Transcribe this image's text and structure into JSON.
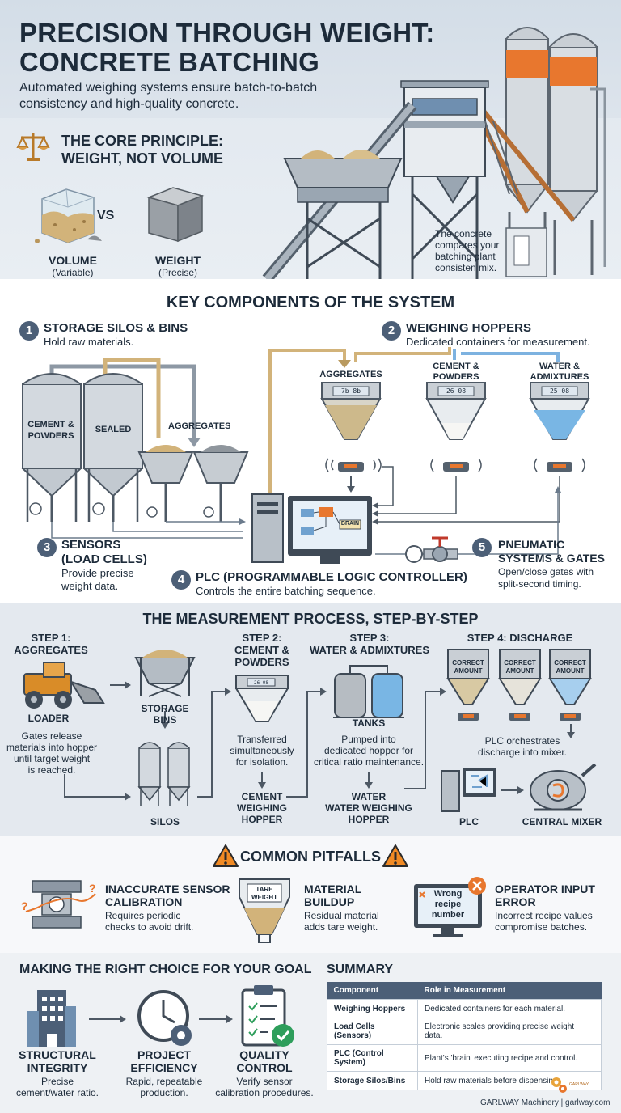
{
  "hero": {
    "title_line1": "PRECISION THROUGH WEIGHT:",
    "title_line2": "CONCRETE BATCHING",
    "subtitle_line1": "Automated weighing systems ensure batch-to-batch",
    "subtitle_line2": "consistency and high-quality concrete.",
    "principle_line1": "THE CORE PRINCIPLE:",
    "principle_line2": "WEIGHT, NOT VOLUME",
    "vs": "VS",
    "volume_label": "VOLUME",
    "volume_note": "(Variable)",
    "weight_label": "WEIGHT",
    "weight_note": "(Precise)",
    "plant_note_line1": "The concrete",
    "plant_note_line2": "compares your",
    "plant_note_line3": "batching plant",
    "plant_note_line4": "consisten mix."
  },
  "components": {
    "heading": "KEY COMPONENTS OF THE SYSTEM",
    "c1_num": "1",
    "c1_title": "STORAGE SILOS & BINS",
    "c1_desc": "Hold raw materials.",
    "c2_num": "2",
    "c2_title": "WEIGHING HOPPERS",
    "c2_desc": "Dedicated containers for measurement.",
    "c3_num": "3",
    "c3_title_line1": "SENSORS",
    "c3_title_line2": "(LOAD CELLS)",
    "c3_desc_line1": "Provide precise",
    "c3_desc_line2": "weight data.",
    "c4_num": "4",
    "c4_title": "PLC (PROGRAMMABLE LOGIC CONTROLLER)",
    "c4_desc": "Controls the entire batching sequence.",
    "c5_num": "5",
    "c5_title_line1": "PNEUMATIC",
    "c5_title_line2": "SYSTEMS & GATES",
    "c5_desc_line1": "Open/close gates with",
    "c5_desc_line2": "split-second timing.",
    "silo1_line1": "CEMENT &",
    "silo1_line2": "POWDERS",
    "silo2": "SEALED",
    "bins_label": "AGGREGATES",
    "hopper1": "AGGREGATES",
    "hopper2_line1": "CEMENT &",
    "hopper2_line2": "POWDERS",
    "hopper3_line1": "WATER &",
    "hopper3_line2": "ADMIXTURES",
    "display1": "7b 8b",
    "display2": "26 08",
    "display3": "25 08",
    "plc_screen_label": "BRAIN"
  },
  "process": {
    "heading": "THE MEASUREMENT PROCESS, STEP-BY-STEP",
    "s1_line1": "STEP 1:",
    "s1_line2": "AGGREGATES",
    "loader": "LOADER",
    "s1_desc_line1": "Gates release",
    "s1_desc_line2": "materials into hopper",
    "s1_desc_line3": "until target weight",
    "s1_desc_line4": "is reached.",
    "storage_line1": "STORAGE",
    "storage_line2": "BINS",
    "silos": "SILOS",
    "s2_line1": "STEP 2:",
    "s2_line2": "CEMENT &",
    "s2_line3": "POWDERS",
    "s2_desc_line1": "Transferred",
    "s2_desc_line2": "simultaneously",
    "s2_desc_line3": "for isolation.",
    "cement_hopper_line1": "CEMENT",
    "cement_hopper_line2": "WEIGHING",
    "cement_hopper_line3": "HOPPER",
    "s3_line1": "STEP 3:",
    "s3_line2": "WATER & ADMIXTURES",
    "tanks": "TANKS",
    "s3_desc_line1": "Pumped into",
    "s3_desc_line2": "dedicated hopper for",
    "s3_desc_line3": "critical ratio maintenance.",
    "water_line1": "WATER",
    "water_line2": "WATER WEIGHING",
    "water_line3": "HOPPER",
    "s4": "STEP 4: DISCHARGE",
    "correct_line1": "CORRECT",
    "correct_line2": "AMOUNT",
    "s4_desc_line1": "PLC orchestrates",
    "s4_desc_line2": "discharge into mixer.",
    "plc": "PLC",
    "mixer": "CENTRAL MIXER"
  },
  "pitfalls": {
    "heading": "COMMON PITFALLS",
    "p1_title_line1": "INACCURATE SENSOR",
    "p1_title_line2": "CALIBRATION",
    "p1_desc_line1": "Requires periodic",
    "p1_desc_line2": "checks to avoid drift.",
    "p2_icon_line1": "TARE",
    "p2_icon_line2": "WEIGHT",
    "p2_title_line1": "MATERIAL",
    "p2_title_line2": "BUILDUP",
    "p2_desc_line1": "Residual material",
    "p2_desc_line2": "adds tare weight.",
    "p3_icon_line1": "Wrong",
    "p3_icon_line2": "recipe",
    "p3_icon_line3": "number",
    "p3_title_line1": "OPERATOR INPUT",
    "p3_title_line2": "ERROR",
    "p3_desc_line1": "Incorrect recipe values",
    "p3_desc_line2": "compromise batches."
  },
  "goals": {
    "heading": "MAKING THE RIGHT CHOICE FOR YOUR GOAL",
    "g1_line1": "STRUCTURAL",
    "g1_line2": "INTEGRITY",
    "g1_desc_line1": "Precise",
    "g1_desc_line2": "cement/water ratio.",
    "g2_line1": "PROJECT",
    "g2_line2": "EFFICIENCY",
    "g2_desc_line1": "Rapid, repeatable",
    "g2_desc_line2": "production.",
    "g3_line1": "QUALITY",
    "g3_line2": "CONTROL",
    "g3_desc_line1": "Verify sensor",
    "g3_desc_line2": "calibration procedures."
  },
  "summary": {
    "heading": "SUMMARY",
    "col1": "Component",
    "col2": "Role in Measurement",
    "rows": [
      {
        "component": "Weighing Hoppers",
        "role": "Dedicated containers for each material."
      },
      {
        "component": "Load Cells (Sensors)",
        "role": "Electronic scales providing precise weight data."
      },
      {
        "component": "PLC (Control System)",
        "role": "Plant's 'brain' executing recipe and control."
      },
      {
        "component": "Storage Silos/Bins",
        "role": "Hold raw materials before dispensing."
      }
    ]
  },
  "footer": {
    "credit": "GARLWAY Machinery | garlway.com",
    "logo_text": "GARLWAY"
  },
  "colors": {
    "navy": "#1d2b3a",
    "slate": "#4c5f77",
    "orange": "#e8772e",
    "aggregate": "#d2b37a",
    "water": "#79b6e4",
    "warning": "#f08a24"
  }
}
